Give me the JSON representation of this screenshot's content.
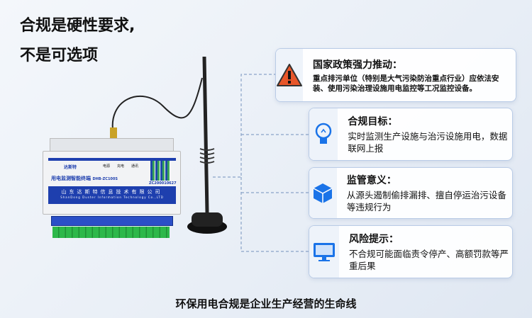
{
  "title_line1": "合规是硬性要求,",
  "title_line2": "不是可选项",
  "device": {
    "brand": "达斯特",
    "name": "用电监测智能终端",
    "model": "DHB-ZC100S",
    "serial": "ZC200010627",
    "leds": [
      "电源",
      "充电",
      "通讯"
    ],
    "company": "山东达斯特信息技术有限公司",
    "company_en": "ShanDong Duster Information Technology Co.,LTD"
  },
  "cards": [
    {
      "icon": "warning-icon",
      "heading": "国家政策强力推动：",
      "body": "重点排污单位（特别是大气污染防治重点行业）应依法安装、使用污染治理设施用电监控等工况监控设备。"
    },
    {
      "icon": "lightbulb-icon",
      "heading": "合规目标：",
      "body": "实时监测生产设施与治污设施用电，数据联网上报"
    },
    {
      "icon": "cube-icon",
      "heading": "监管意义：",
      "body": "从源头遏制偷排漏排、擅自停运治污设备等违规行为"
    },
    {
      "icon": "monitor-icon",
      "heading": "风险提示：",
      "body": "不合规可能面临责令停产、高额罚款等严重后果"
    }
  ],
  "caption": "环保用电合规是企业生产经营的生命线",
  "colors": {
    "accent": "#1a73e8",
    "warning": "#e8562a",
    "device_blue": "#1e3fae"
  }
}
